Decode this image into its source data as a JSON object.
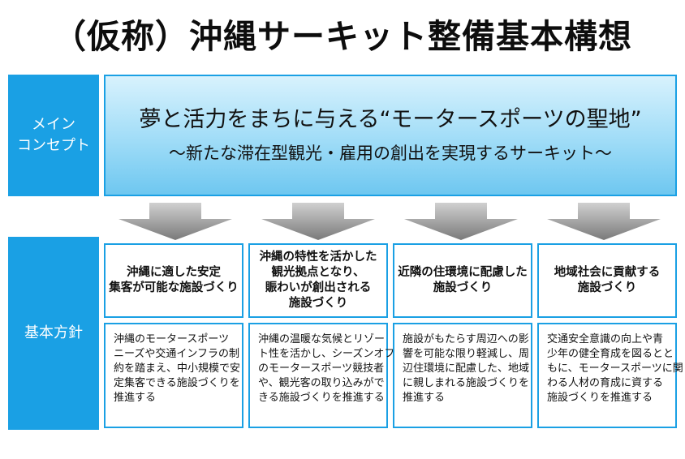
{
  "title": "（仮称）沖縄サーキット整備基本構想",
  "main_concept": {
    "label_lines": [
      "メイン",
      "コンセプト"
    ],
    "headline": "夢と活力をまちに与える“モータースポーツの聖地”",
    "subline": "～新たな滞在型観光・雇用の創出を実現するサーキット～"
  },
  "basic_policy": {
    "label": "基本方針",
    "columns": [
      {
        "heading_lines": [
          "沖縄に適した安定",
          "集客が可能な施設づくり"
        ],
        "description_lines": [
          "沖縄のモータースポーツ",
          "ニーズや交通インフラの制",
          "約を踏まえ、中小規模で安",
          "定集客できる施設づくりを",
          "推進する"
        ]
      },
      {
        "heading_lines": [
          "沖縄の特性を活かした",
          "観光拠点となり、",
          "賑わいが創出される",
          "施設づくり"
        ],
        "description_lines": [
          "沖縄の温暖な気候とリゾー",
          "ト性を活かし、シーズンオフ",
          "のモータースポーツ競技者",
          "や、観光客の取り込みがで",
          "きる施設づくりを推進する"
        ]
      },
      {
        "heading_lines": [
          "近隣の住環境に配慮した",
          "施設づくり"
        ],
        "description_lines": [
          "施設がもたらす周辺への影",
          "響を可能な限り軽減し、周",
          "辺住環境に配慮した、地域",
          "に親しまれる施設づくりを",
          "推進する"
        ]
      },
      {
        "heading_lines": [
          "地域社会に貢献する",
          "施設づくり"
        ],
        "description_lines": [
          "交通安全意識の向上や青",
          "少年の健全育成を図るとと",
          "もに、モータースポーツに関",
          "わる人材の育成に資する",
          "施設づくりを推進する"
        ]
      }
    ]
  },
  "colors": {
    "accent_blue": "#1aa0e4",
    "arrow_gray": "#8c8c8c"
  }
}
